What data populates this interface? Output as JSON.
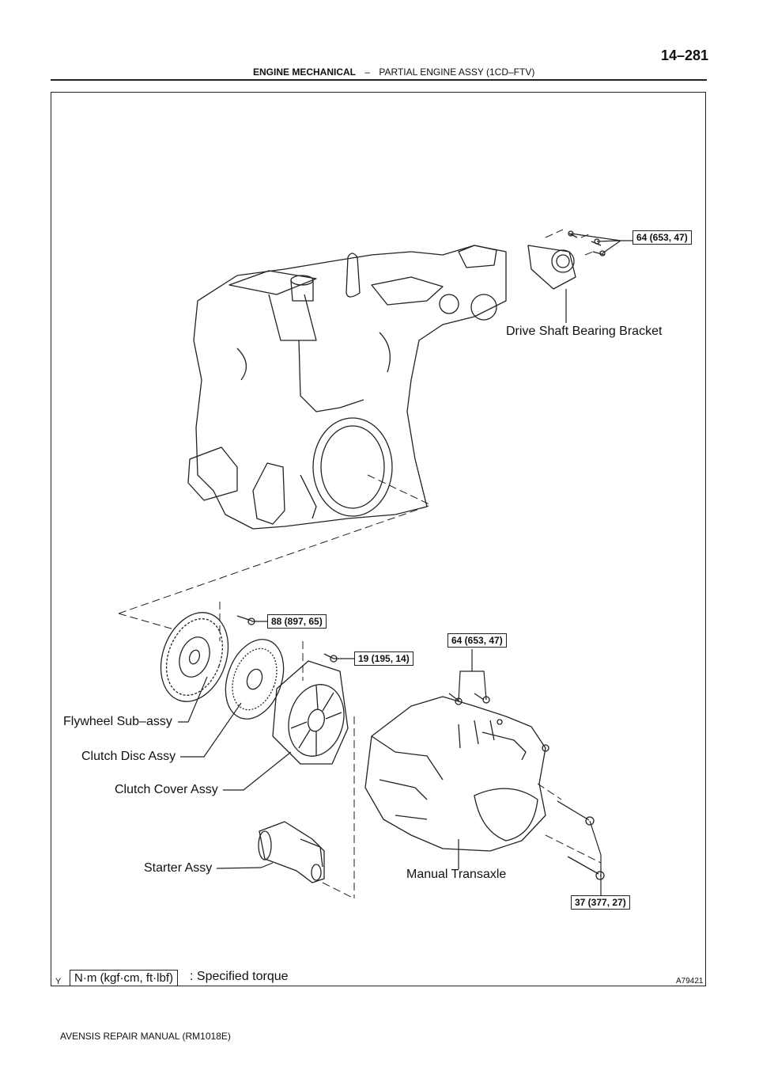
{
  "header": {
    "page_number": "14–281",
    "section": "ENGINE MECHANICAL",
    "separator": "–",
    "subsection": "PARTIAL ENGINE ASSY (1CD–FTV)"
  },
  "parts": {
    "drive_shaft_bracket": "Drive Shaft Bearing Bracket",
    "flywheel": "Flywheel Sub–assy",
    "clutch_disc": "Clutch Disc Assy",
    "clutch_cover": "Clutch Cover Assy",
    "starter": "Starter Assy",
    "transaxle": "Manual Transaxle"
  },
  "torques": {
    "bracket_bolts": "64 (653, 47)",
    "flywheel_bolt": "88 (897, 65)",
    "clutch_cover_bolt": "19 (195, 14)",
    "transaxle_top_bolts": "64 (653, 47)",
    "transaxle_lower_bolts": "37 (377, 27)"
  },
  "legend": {
    "unit": "N·m (kgf·cm, ft·lbf)",
    "description": ": Specified torque"
  },
  "corner_mark": "Y",
  "figure_id": "A79421",
  "footer": "AVENSIS REPAIR MANUAL   (RM1018E)"
}
